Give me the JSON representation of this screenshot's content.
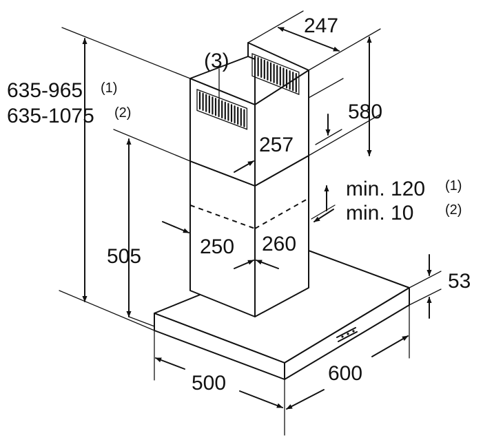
{
  "labels": {
    "height_total_1": "635-965",
    "note_1": "(1)",
    "height_total_2": "635-1075",
    "note_2": "(2)",
    "part_3": "(3)",
    "chimney_upper_depth": "247",
    "chimney_upper_height": "580",
    "chimney_upper_width": "257",
    "min_overlap_1": "min. 120",
    "min_overlap_1_note": "(1)",
    "min_overlap_2": "min. 10",
    "min_overlap_2_note": "(2)",
    "chimney_lower_width": "250",
    "chimney_lower_depth": "260",
    "chimney_lower_height": "505",
    "canopy_height": "53",
    "canopy_depth": "500",
    "canopy_width": "600"
  }
}
